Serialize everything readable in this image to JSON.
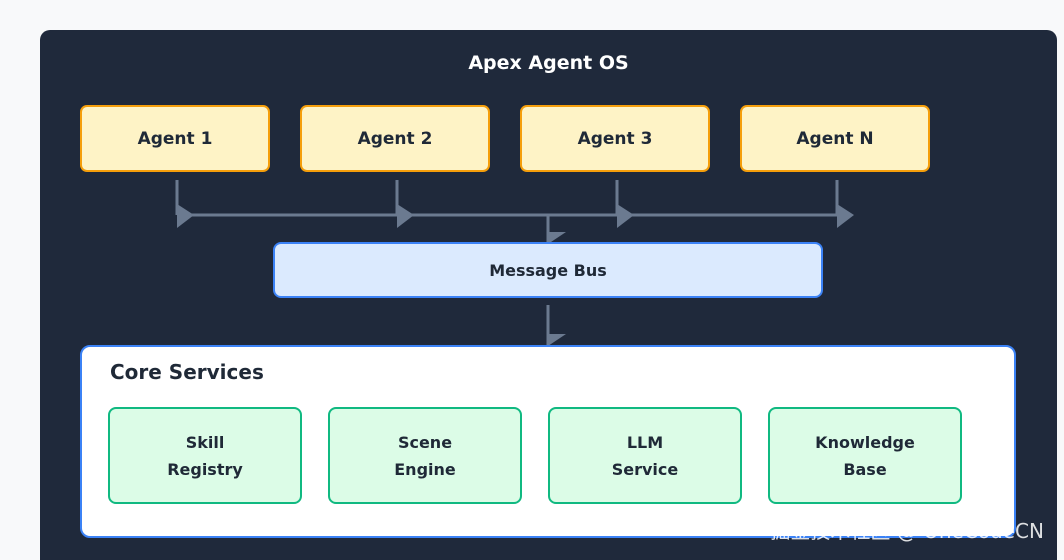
{
  "diagram": {
    "title": "Apex Agent OS",
    "agents": [
      {
        "label": "Agent 1"
      },
      {
        "label": "Agent 2"
      },
      {
        "label": "Agent 3"
      },
      {
        "label": "Agent N"
      }
    ],
    "bus": {
      "label": "Message Bus"
    },
    "core": {
      "title": "Core Services",
      "services": [
        {
          "line1": "Skill",
          "line2": "Registry"
        },
        {
          "line1": "Scene",
          "line2": "Engine"
        },
        {
          "line1": "LLM",
          "line2": "Service"
        },
        {
          "line1": "Knowledge",
          "line2": "Base"
        }
      ]
    }
  },
  "watermark": "掘金技术社区 @ OneCodeCN",
  "colors": {
    "panel": "#1f293b",
    "agent_fill": "#fef3c6",
    "agent_border": "#f59e0b",
    "bus_fill": "#dbeafe",
    "bus_border": "#3b82f6",
    "service_fill": "#dcfce7",
    "service_border": "#10b981",
    "connector": "#6b7a90"
  }
}
